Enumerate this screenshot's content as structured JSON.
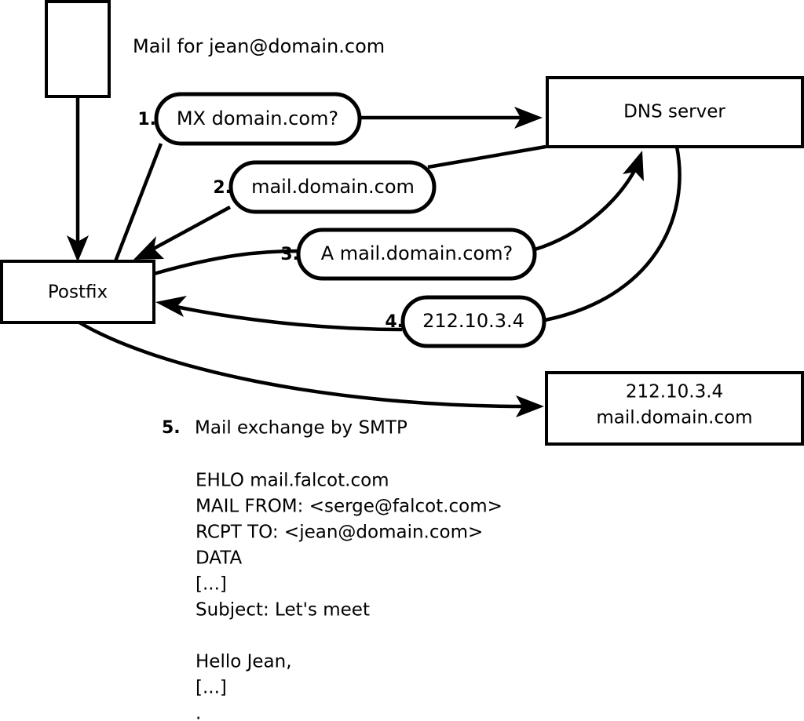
{
  "diagram": {
    "title_note": "Mail for jean@domain.com",
    "nodes": [
      {
        "id": "incoming-mail",
        "label": ""
      },
      {
        "id": "postfix",
        "label": "Postfix"
      },
      {
        "id": "dns-server",
        "label": "DNS server"
      },
      {
        "id": "remote-mail-server",
        "line1": "212.10.3.4",
        "line2": "mail.domain.com"
      }
    ],
    "steps": [
      {
        "num": "1.",
        "label": "MX domain.com?"
      },
      {
        "num": "2.",
        "label": "mail.domain.com"
      },
      {
        "num": "3.",
        "label": "A mail.domain.com?"
      },
      {
        "num": "4.",
        "label": "212.10.3.4"
      }
    ],
    "smtp": {
      "step_num": "5.",
      "step_label": "Mail exchange by SMTP",
      "transcript": [
        "EHLO mail.falcot.com",
        "MAIL FROM: <serge@falcot.com>",
        "RCPT TO: <jean@domain.com>",
        "DATA",
        "[...]",
        "Subject: Let's meet",
        "",
        "Hello Jean,",
        "[...]",
        "."
      ]
    },
    "colors": {
      "stroke": "#000000",
      "fill": "#ffffff",
      "background": "#ffffff"
    }
  }
}
